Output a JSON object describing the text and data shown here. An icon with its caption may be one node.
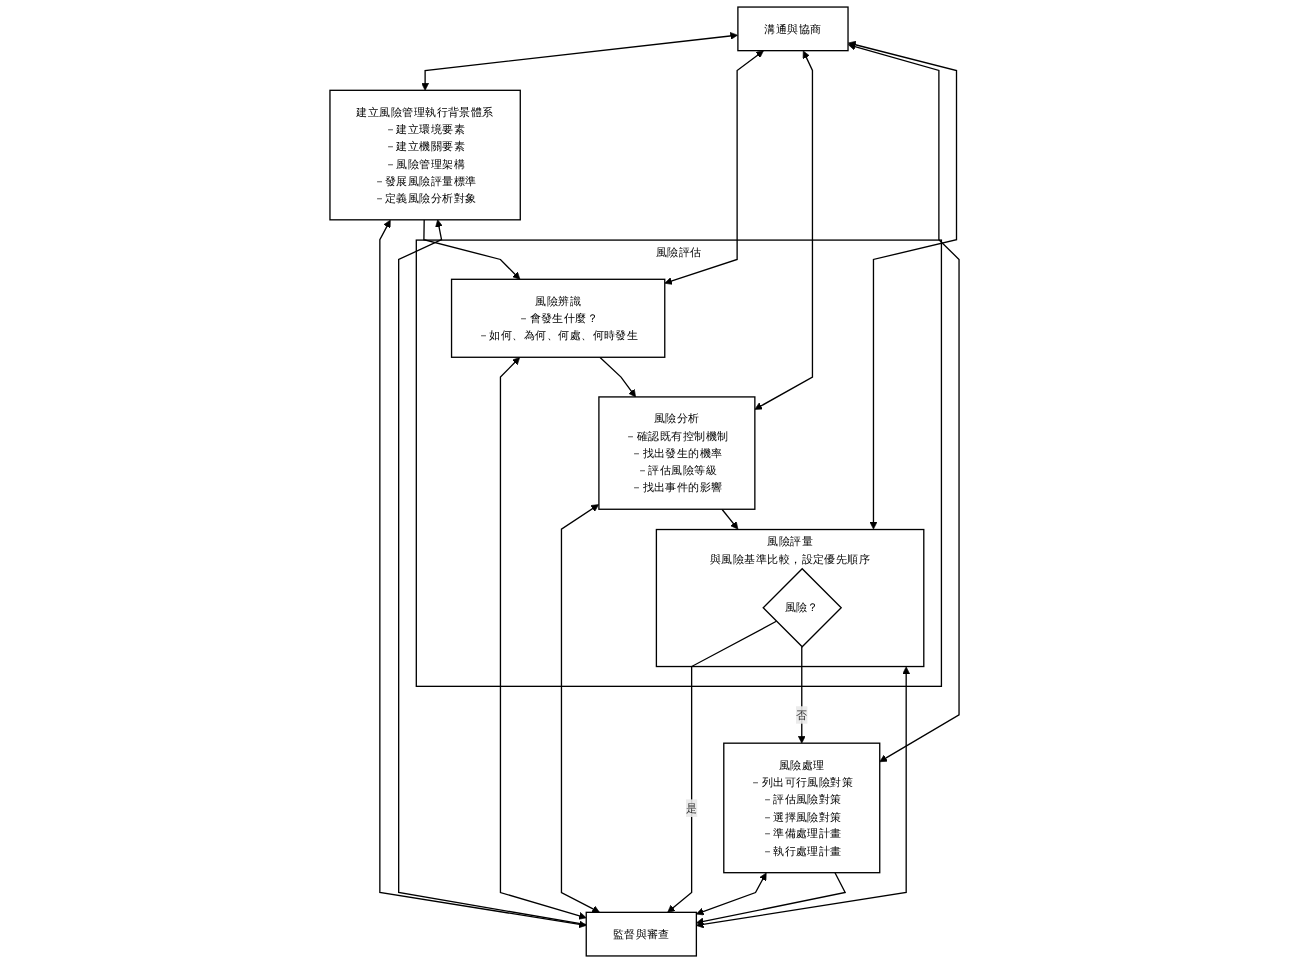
{
  "diagram": {
    "nodes": [
      {
        "text": [
          "溝通與協商"
        ]
      },
      {
        "text": [
          "建立風險管理執行背景體系",
          "－建立環境要素",
          "－建立機關要素",
          "－風險管理架構",
          "－發展風險評量標準",
          "－定義風險分析對象"
        ]
      },
      {
        "text": [
          "風險評估"
        ]
      },
      {
        "text": [
          "風險辨識",
          "－會發生什麼？",
          "－如何、為何、何處、何時發生"
        ],
        "in": 2
      },
      {
        "text": [
          "風險分析",
          "－確認既有控制機制",
          "－找出發生的機率",
          "－評估風險等級",
          "－找出事件的影響"
        ],
        "in": 2
      },
      {
        "text": [
          "風險評量",
          "與風險基準比較，設定優先順序"
        ],
        "in": 2
      },
      {
        "text": [
          "風險？"
        ],
        "in": 5
      },
      {
        "text": [
          "風險處理",
          "－列出可行風險對策",
          "－評估風險對策",
          "－選擇風險對策",
          "－準備處理計畫",
          "－執行處理計畫"
        ]
      },
      {
        "text": [
          "監督與審查"
        ]
      }
    ],
    "edges": [
      {
        "from": 8,
        "to": 1,
        "arrow": "to"
      },
      {
        "from": 0,
        "to": 1,
        "arrow": "both"
      },
      {
        "from": 1,
        "to": 8,
        "arrow": "both"
      },
      {
        "from": 1,
        "to": 3,
        "arrow": "to"
      },
      {
        "from": 0,
        "to": 3,
        "arrow": "both"
      },
      {
        "from": 3,
        "to": 8,
        "arrow": "both"
      },
      {
        "from": 3,
        "to": 4,
        "arrow": "to"
      },
      {
        "from": 0,
        "to": 4,
        "arrow": "both"
      },
      {
        "from": 4,
        "to": 8,
        "arrow": "both"
      },
      {
        "from": 4,
        "to": 5,
        "arrow": "to"
      },
      {
        "from": 0,
        "to": 5,
        "arrow": "both"
      },
      {
        "from": 5,
        "to": 8,
        "arrow": "both"
      },
      {
        "from": 6,
        "to": 8,
        "label": "是",
        "arrow": "to"
      },
      {
        "from": 6,
        "to": 7,
        "label": "否",
        "arrow": "to"
      },
      {
        "from": 0,
        "to": 7,
        "arrow": "both"
      },
      {
        "from": 7,
        "to": 8,
        "arrow": "both"
      },
      {
        "from": 7,
        "to": 8,
        "arrow": "to"
      }
    ]
  }
}
